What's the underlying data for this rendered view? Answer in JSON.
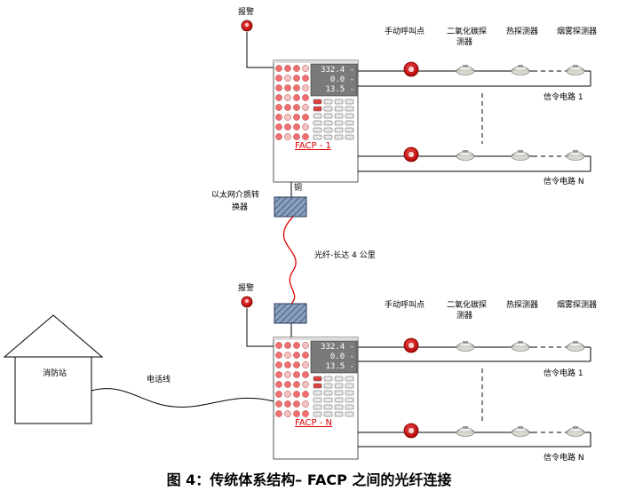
{
  "caption": "图 4：传统体系结构– FACP 之间的光纤连接",
  "alarm_label": "报警",
  "device_headers": [
    "手动呼叫点",
    "二氧化碳探\n测器",
    "热探测器",
    "烟雾探测器"
  ],
  "circuit_1_label": "信令电路 1",
  "circuit_n_label": "信令电路 N",
  "facp_1_label": "FACP - 1",
  "facp_n_label": "FACP - N",
  "lcd_lines": [
    "332.4 -",
    "0.0 -",
    "13.5 -"
  ],
  "copper_label": "铜",
  "converter_label": "以太网介质转\n换器",
  "fiber_label": "光纤-长达 4 公里",
  "station_label": "消防站",
  "phone_label": "电话线",
  "colors": {
    "alarm_red": "#e01010",
    "fiber_red": "#e00000",
    "label_red": "#e00000",
    "lcd_bg": "#7a7a7a",
    "key_red": "#f07070",
    "converter_blue": "#7f96b8"
  }
}
